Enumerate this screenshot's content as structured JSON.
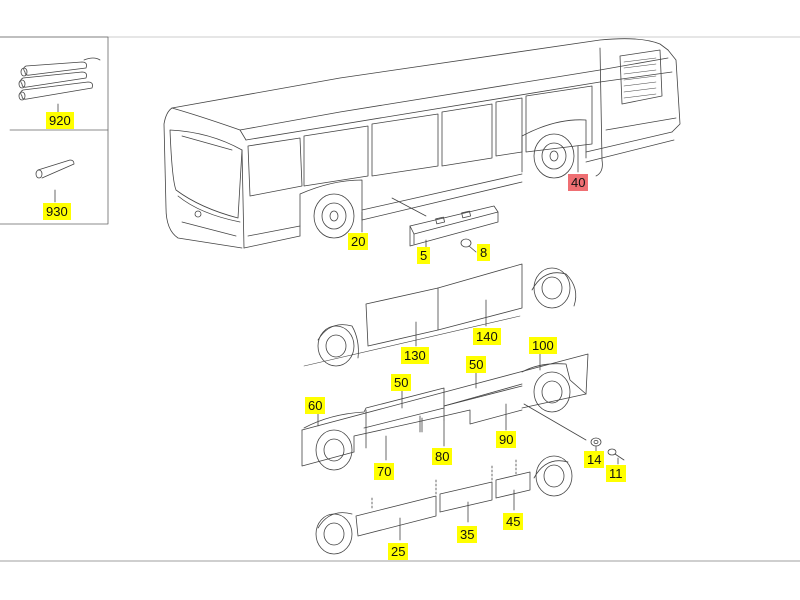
{
  "colors": {
    "callout_default": "#ffff00",
    "callout_selected": "#ef6f73",
    "line": "#444444",
    "frame": "#7f7f7f"
  },
  "callouts": [
    {
      "id": "920",
      "text": "920",
      "state": "default"
    },
    {
      "id": "930",
      "text": "930",
      "state": "default"
    },
    {
      "id": "40",
      "text": "40",
      "state": "selected"
    },
    {
      "id": "20",
      "text": "20",
      "state": "default"
    },
    {
      "id": "5",
      "text": "5",
      "state": "default"
    },
    {
      "id": "8",
      "text": "8",
      "state": "default"
    },
    {
      "id": "140",
      "text": "140",
      "state": "default"
    },
    {
      "id": "130",
      "text": "130",
      "state": "default"
    },
    {
      "id": "100",
      "text": "100",
      "state": "default"
    },
    {
      "id": "50a",
      "text": "50",
      "state": "default"
    },
    {
      "id": "50b",
      "text": "50",
      "state": "default"
    },
    {
      "id": "60",
      "text": "60",
      "state": "default"
    },
    {
      "id": "90",
      "text": "90",
      "state": "default"
    },
    {
      "id": "80",
      "text": "80",
      "state": "default"
    },
    {
      "id": "70",
      "text": "70",
      "state": "default"
    },
    {
      "id": "14",
      "text": "14",
      "state": "default"
    },
    {
      "id": "11",
      "text": "11",
      "state": "default"
    },
    {
      "id": "45",
      "text": "45",
      "state": "default"
    },
    {
      "id": "35",
      "text": "35",
      "state": "default"
    },
    {
      "id": "25",
      "text": "25",
      "state": "default"
    }
  ]
}
